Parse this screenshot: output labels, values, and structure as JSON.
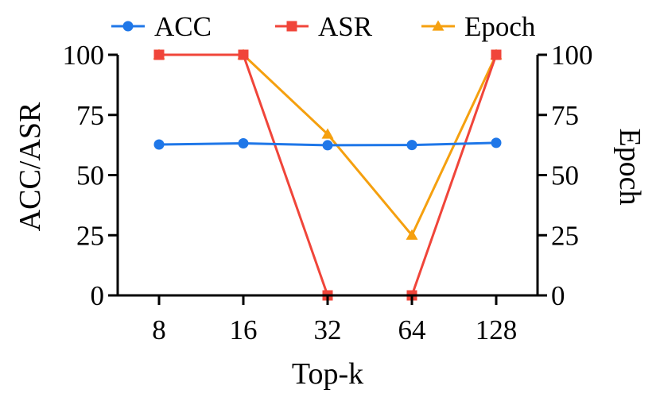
{
  "chart_data": {
    "type": "line",
    "categories": [
      "8",
      "16",
      "32",
      "64",
      "128"
    ],
    "xlabel": "Top-k",
    "ylabel_left": "ACC/ASR",
    "ylabel_right": "Epoch",
    "ylim_left": [
      0,
      100
    ],
    "ylim_right": [
      0,
      100
    ],
    "yticks_left": [
      0,
      25,
      50,
      75,
      100
    ],
    "yticks_right": [
      0,
      25,
      50,
      75,
      100
    ],
    "grid": false,
    "legend": "top",
    "series": [
      {
        "name": "ACC",
        "axis": "left",
        "marker": "circle",
        "color": "#1f77e8",
        "values": [
          62.7,
          63.2,
          62.4,
          62.5,
          63.4
        ]
      },
      {
        "name": "ASR",
        "axis": "left",
        "marker": "square",
        "color": "#f0453a",
        "values": [
          100,
          100,
          0,
          0,
          100
        ]
      },
      {
        "name": "Epoch",
        "axis": "right",
        "marker": "triangle",
        "color": "#f5a00f",
        "values": [
          100,
          100,
          67,
          25,
          100
        ]
      }
    ]
  }
}
